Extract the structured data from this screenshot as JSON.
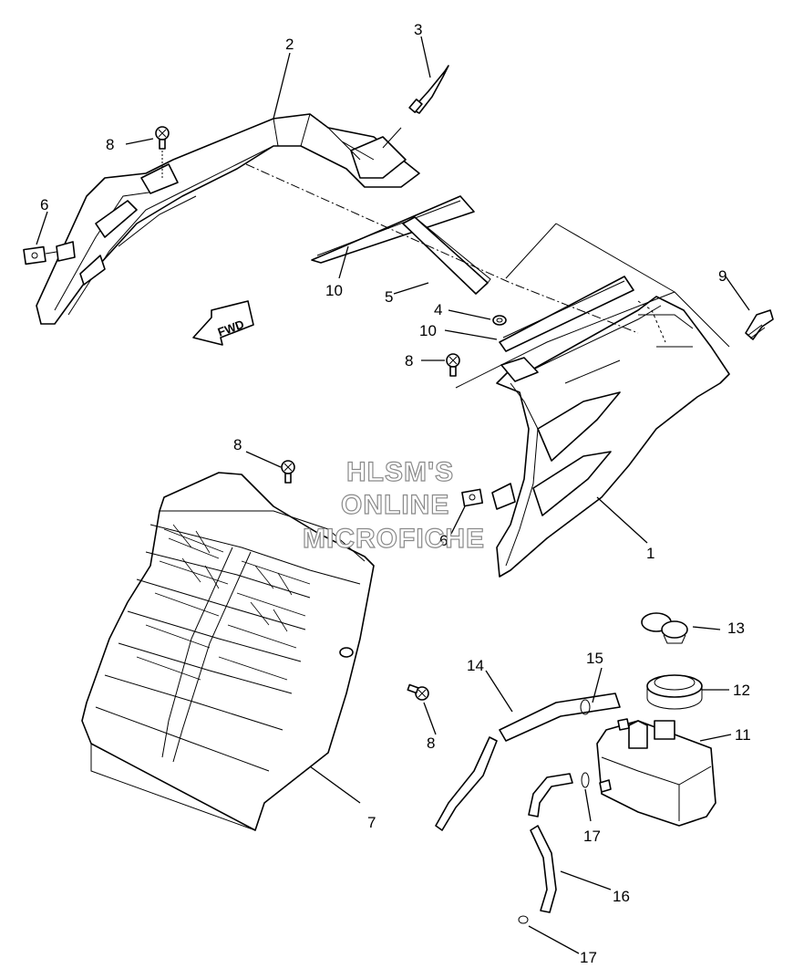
{
  "watermark": {
    "line1": "HLSM'S",
    "line2": "ONLINE",
    "line3": "MICROFICHE"
  },
  "direction_label": "FWD",
  "callouts": {
    "c1": "1",
    "c2": "2",
    "c3": "3",
    "c4": "4",
    "c5": "5",
    "c6a": "6",
    "c6b": "6",
    "c7": "7",
    "c8a": "8",
    "c8b": "8",
    "c8c": "8",
    "c8d": "8",
    "c9": "9",
    "c10a": "10",
    "c10b": "10",
    "c11": "11",
    "c12": "12",
    "c13": "13",
    "c14": "14",
    "c15": "15",
    "c16": "16",
    "c17a": "17",
    "c17b": "17"
  }
}
